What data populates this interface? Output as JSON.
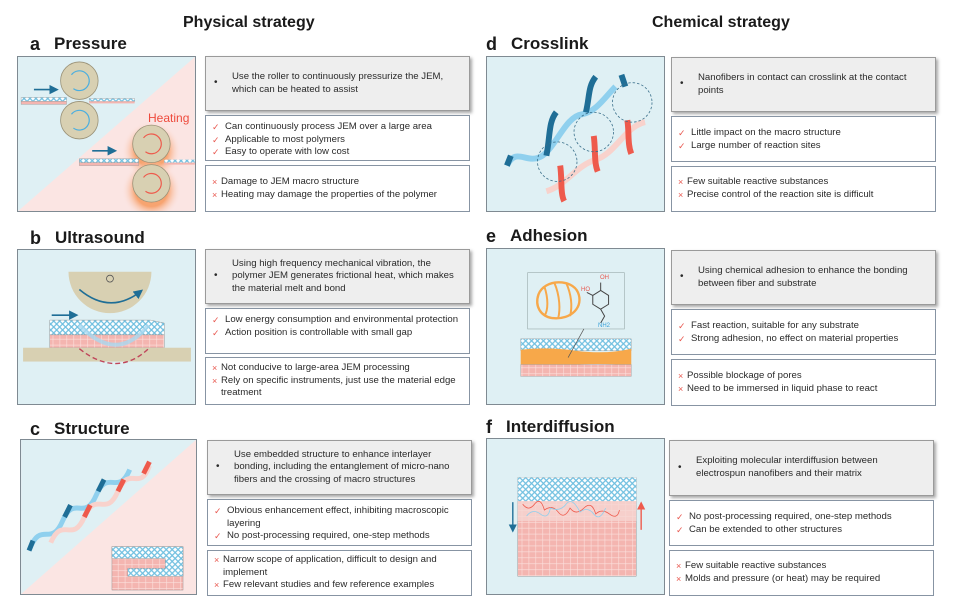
{
  "columns": {
    "physical": "Physical strategy",
    "chemical": "Chemical strategy"
  },
  "colors": {
    "panel_blue": "#dff0f4",
    "panel_pink": "#fbe5e3",
    "fiber_light_blue": "#8fd0ee",
    "fiber_dark_blue": "#1f6e96",
    "fiber_red": "#ee5a4c",
    "fiber_pink": "#f8d2cc",
    "roller": "#d8d0b2",
    "accent_red": "#e8574e",
    "orange": "#f7a84a"
  },
  "panels": [
    {
      "letter": "a",
      "title": "Pressure",
      "figure_label": "Heating",
      "description": "Use the roller to continuously pressurize the JEM, which can be heated to assist",
      "pros": [
        "Can continuously process JEM over a large area",
        "Applicable to most polymers",
        "Easy to operate with low cost"
      ],
      "cons": [
        "Damage to JEM macro structure",
        "Heating may damage the properties of the polymer"
      ]
    },
    {
      "letter": "b",
      "title": "Ultrasound",
      "description": "Using high frequency mechanical vibration, the polymer JEM generates frictional heat, which makes the material melt and bond",
      "pros": [
        "Low energy consumption and environmental protection",
        "Action position is controllable with small gap"
      ],
      "cons": [
        "Not conducive to large-area JEM processing",
        "Rely on specific instruments, just use the material edge treatment"
      ]
    },
    {
      "letter": "c",
      "title": "Structure",
      "description": "Use embedded structure to enhance interlayer bonding, including the entanglement of micro-nano fibers and the crossing of macro structures",
      "pros": [
        "Obvious enhancement effect, inhibiting macroscopic layering",
        "No post-processing required, one-step methods"
      ],
      "cons": [
        "Narrow scope of application, difficult to design and implement",
        "Few relevant studies and few reference examples"
      ]
    },
    {
      "letter": "d",
      "title": "Crosslink",
      "description": "Nanofibers in contact can crosslink at the contact points",
      "pros": [
        "Little impact on the macro structure",
        "Large number of reaction sites"
      ],
      "cons": [
        "Few suitable reactive substances",
        "Precise control of the reaction site is difficult"
      ]
    },
    {
      "letter": "e",
      "title": "Adhesion",
      "molecule_labels": [
        "OH",
        "HO",
        "NH2"
      ],
      "description": "Using chemical adhesion to enhance the bonding between fiber and substrate",
      "pros": [
        "Fast reaction, suitable for any substrate",
        "Strong adhesion, no effect on material properties"
      ],
      "cons": [
        "Possible blockage of pores",
        "Need to be immersed in liquid phase to react"
      ]
    },
    {
      "letter": "f",
      "title": "Interdiffusion",
      "description": "Exploiting molecular interdiffusion between electrospun nanofibers and their matrix",
      "pros": [
        "No post-processing required, one-step methods",
        "Can be extended to other structures"
      ],
      "cons": [
        "Few suitable reactive substances",
        "Molds and pressure (or heat) may be required"
      ]
    }
  ],
  "markers": {
    "bullet": "•",
    "pro": "✓",
    "con": "×"
  }
}
